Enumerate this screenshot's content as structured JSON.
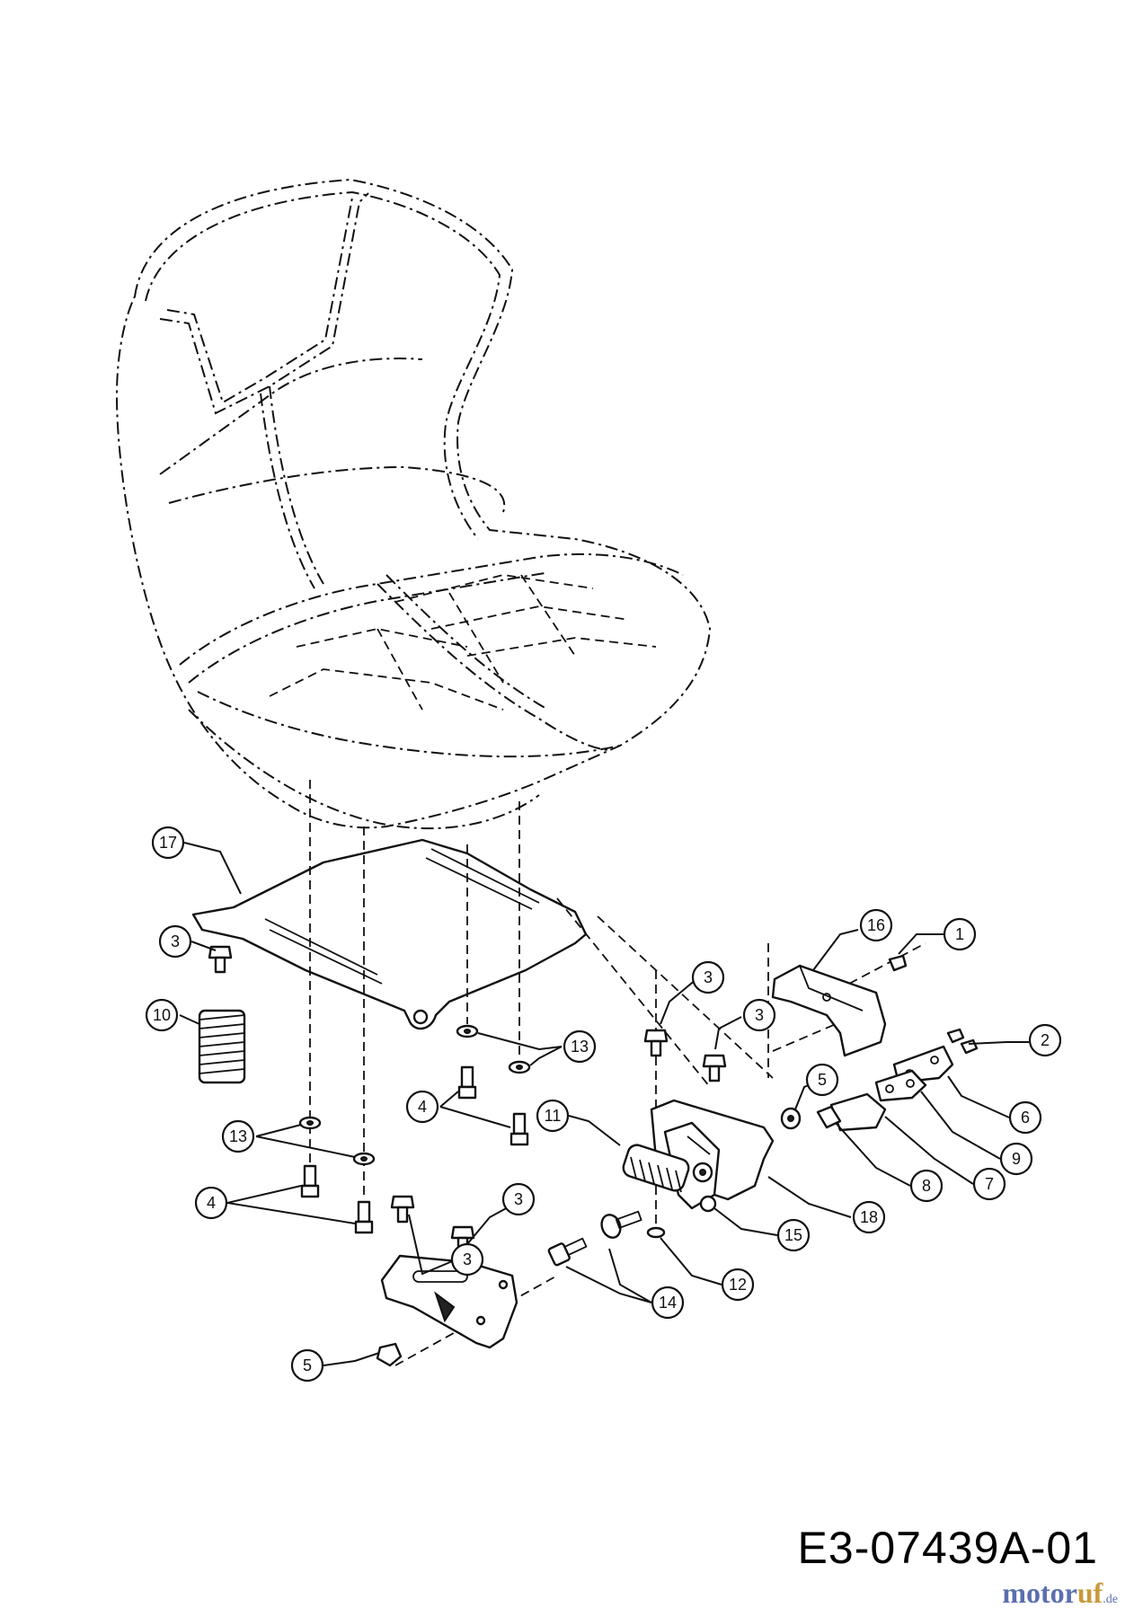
{
  "drawing_number": "E3-07439A-01",
  "watermark": {
    "part1": "motor",
    "part2": "uf",
    "tld": ".de"
  },
  "callouts": [
    {
      "id": "c17",
      "label": "17"
    },
    {
      "id": "c16",
      "label": "16"
    },
    {
      "id": "c1",
      "label": "1"
    },
    {
      "id": "c2",
      "label": "2"
    },
    {
      "id": "c3a",
      "label": "3"
    },
    {
      "id": "c3b",
      "label": "3"
    },
    {
      "id": "c3c",
      "label": "3"
    },
    {
      "id": "c3d",
      "label": "3"
    },
    {
      "id": "c3e",
      "label": "3"
    },
    {
      "id": "c10",
      "label": "10"
    },
    {
      "id": "c13a",
      "label": "13"
    },
    {
      "id": "c13b",
      "label": "13"
    },
    {
      "id": "c4a",
      "label": "4"
    },
    {
      "id": "c4b",
      "label": "4"
    },
    {
      "id": "c11",
      "label": "11"
    },
    {
      "id": "c5a",
      "label": "5"
    },
    {
      "id": "c5b",
      "label": "5"
    },
    {
      "id": "c6",
      "label": "6"
    },
    {
      "id": "c9",
      "label": "9"
    },
    {
      "id": "c7",
      "label": "7"
    },
    {
      "id": "c8",
      "label": "8"
    },
    {
      "id": "c18",
      "label": "18"
    },
    {
      "id": "c15",
      "label": "15"
    },
    {
      "id": "c12",
      "label": "12"
    },
    {
      "id": "c14",
      "label": "14"
    }
  ]
}
